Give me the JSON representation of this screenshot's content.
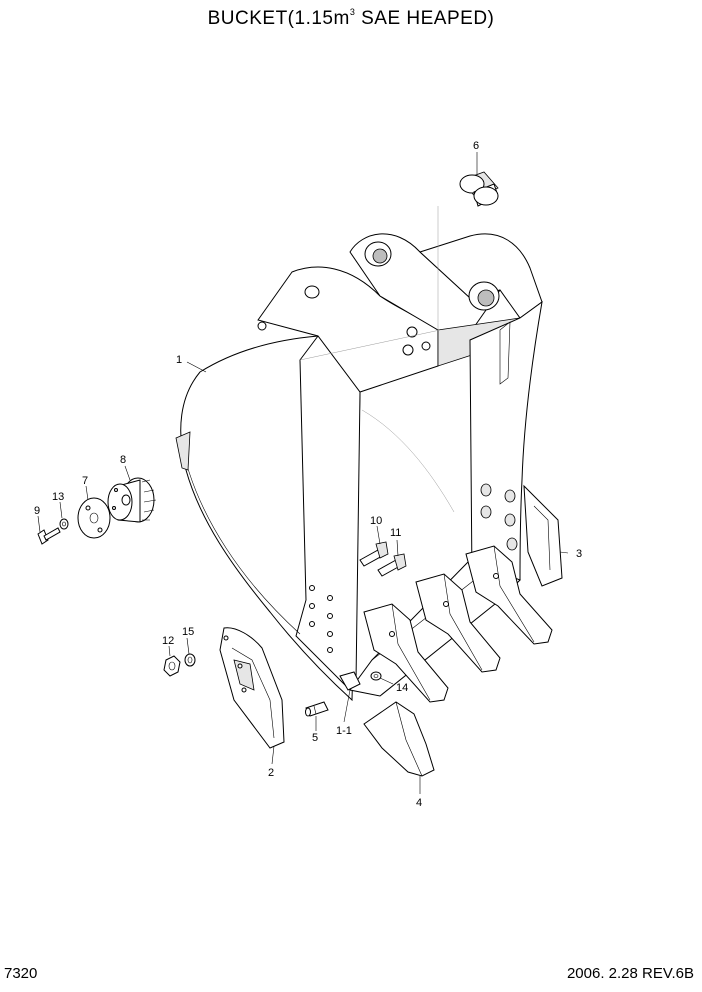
{
  "title": {
    "prefix": "BUCKET(1.15m",
    "superscript": "3",
    "suffix": " SAE HEAPED)"
  },
  "footer": {
    "page_code": "7320",
    "date_rev": "2006. 2.28  REV.6B"
  },
  "callouts": [
    "1",
    "1-1",
    "2",
    "3",
    "4",
    "5",
    "6",
    "7",
    "8",
    "9",
    "10",
    "11",
    "12",
    "13",
    "14",
    "15"
  ]
}
